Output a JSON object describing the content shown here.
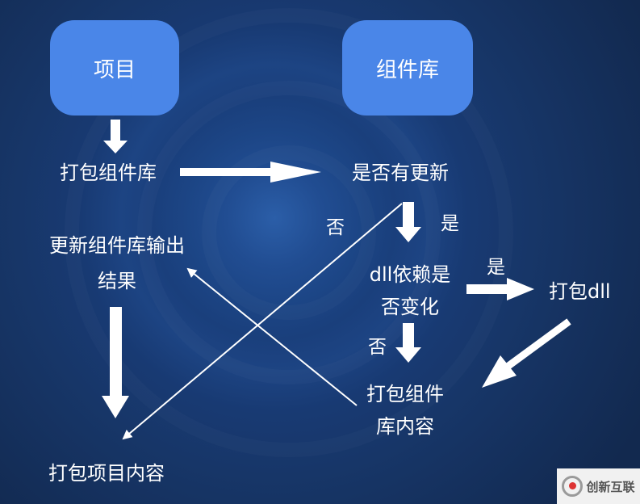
{
  "nodes": {
    "project": "项目",
    "component_lib": "组件库",
    "pack_component_lib": "打包组件库",
    "has_update": "是否有更新",
    "update_output_line1": "更新组件库输出",
    "update_output_line2": "结果",
    "dll_changed_line1": "dll依赖是",
    "dll_changed_line2": "否变化",
    "pack_dll": "打包dll",
    "pack_component_content_line1": "打包组件",
    "pack_component_content_line2": "库内容",
    "pack_project_content": "打包项目内容"
  },
  "edge_labels": {
    "has_update_no": "否",
    "has_update_yes": "是",
    "dll_changed_yes": "是",
    "dll_changed_no": "否"
  },
  "watermark": {
    "text": "创新互联"
  },
  "colors": {
    "box": "#4a86e8",
    "arrow": "#ffffff",
    "background": "#1a3f7c"
  }
}
